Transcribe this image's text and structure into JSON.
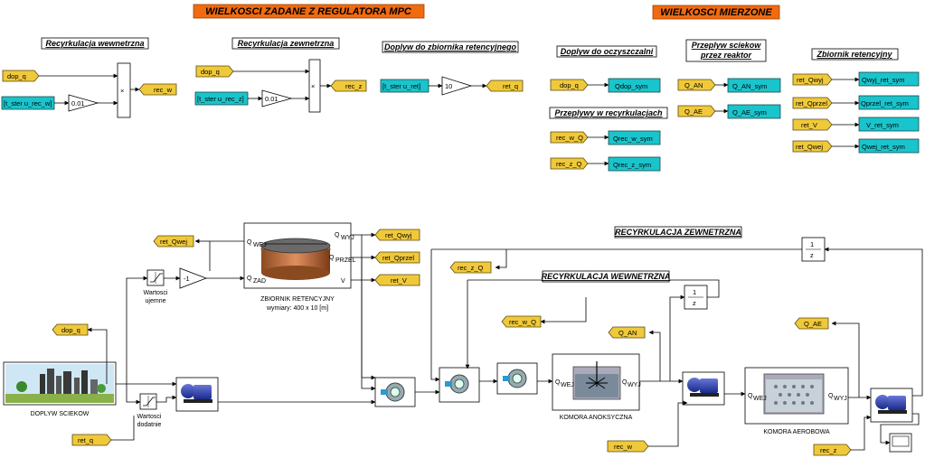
{
  "banners": {
    "setpoints": "WIELKOSCI ZADANE Z REGULATORA MPC",
    "measured": "WIELKOSCI MIERZONE"
  },
  "headers": {
    "internal_recirc": "Recyrkulacja wewnetrzna",
    "external_recirc": "Recyrkulacja zewnetrzna",
    "retention_inflow": "Doplyw do zbiornika retencyjnego",
    "plant_inflow": "Doplyw do oczyszczalni",
    "reactor_flow": "Przeplyw sciekow",
    "reactor_flow2": "przez reaktor",
    "retention_tank": "Zbiornik retencyjny",
    "recirc_flows": "Przeplywy w recyrkulacjach",
    "ext_recirc_main": "RECYRKULACJA ZEWNETRZNA",
    "int_recirc_main": "RECYRKULACJA WEWNETRZNA"
  },
  "tags": {
    "dop_q": "dop_q",
    "rec_w": "rec_w",
    "rec_z": "rec_z",
    "ret_q": "ret_q",
    "t_ster_rec_w": "[t_ster u_rec_w]",
    "t_ster_rec_z": "[t_ster u_rec_z]",
    "t_ster_ret": "[t_ster u_ret]",
    "qdop_sym": "Qdop_sym",
    "q_an": "Q_AN",
    "q_an_sym": "Q_AN_sym",
    "q_ae": "Q_AE",
    "q_ae_sym": "Q_AE_sym",
    "rec_w_q": "rec_w_Q",
    "qrec_w_sym": "Qrec_w_sym",
    "rec_z_q": "rec_z_Q",
    "qrec_z_sym": "Qrec_z_sym",
    "ret_qwyj": "ret_Qwyj",
    "qwyj_ret_sym": "Qwyj_ret_sym",
    "ret_qprzel": "ret_Qprzel",
    "qprzel_ret_sym": "Qprzel_ret_sym",
    "ret_v": "ret_V",
    "v_ret_sym": "V_ret_sym",
    "ret_qwej": "ret_Qwej",
    "qwej_ret_sym": "Qwej_ret_sym",
    "ret_qwej_b": "ret_Qwej",
    "ret_qwyj_b": "ret_Qwyj",
    "ret_qprzel_b": "ret_Qprzel",
    "ret_v_b": "ret_V",
    "rec_z_q_b": "rec_z_Q",
    "rec_w_q_b": "rec_w_Q",
    "q_an_b": "Q_AN",
    "q_ae_b": "Q_AE",
    "dop_q_b": "dop_q",
    "ret_q_b": "ret_q",
    "rec_w_b": "rec_w",
    "rec_z_b": "rec_z"
  },
  "gains": {
    "g1": "0.01",
    "g2": "0.01",
    "g3": "10",
    "neg": "-1",
    "delay_num": "1",
    "delay_den": "z"
  },
  "blocks": {
    "tank_title": "ZBIORNIK RETENCYJNY",
    "tank_dims": "wymiary: 400 x 10 [m]",
    "tank_qwej": "Q",
    "tank_qwej_sub": "WEJ",
    "tank_qzad": "Q",
    "tank_qzad_sub": "ZAD",
    "tank_qwyj": "Q",
    "tank_qwyj_sub": "WYJ",
    "tank_qprzel": "Q",
    "tank_qprzel_sub": "PRZEL",
    "tank_v": "V",
    "inflow": "DOPLYW SCIEKOW",
    "neg_vals_1": "Wartosci",
    "neg_vals_2": "ujemne",
    "pos_vals_1": "Wartosci",
    "pos_vals_2": "dodatnie",
    "anoxic": "KOMORA ANOKSYCZNA",
    "aerobic": "KOMORA AEROBOWA",
    "port_q": "Q",
    "port_wej": "WEJ",
    "port_wyj": "WYJ",
    "mult": "×"
  }
}
